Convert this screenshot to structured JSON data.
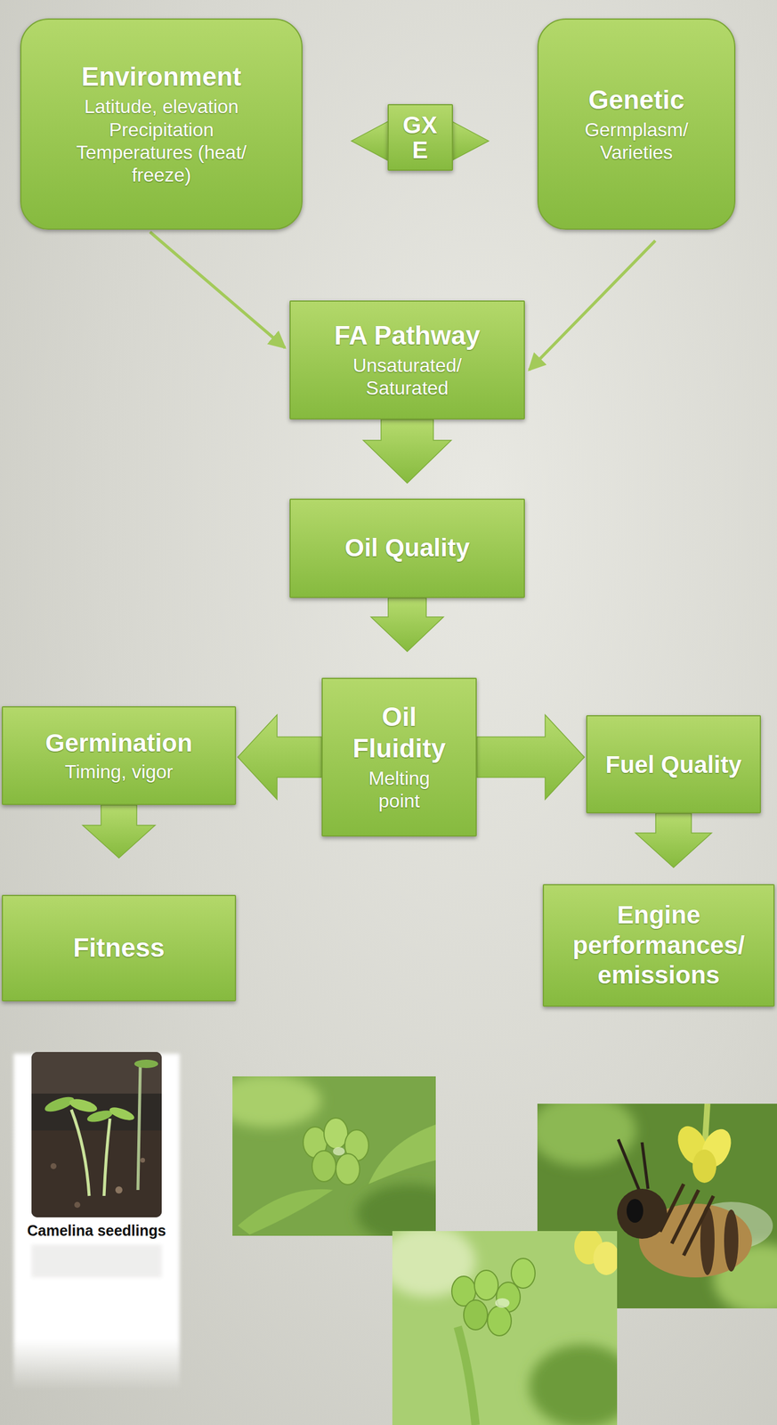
{
  "diagram": {
    "nodes": [
      {
        "text": [
          "Environment",
          "Latitude, elevation Precipitation Temperatures (heat/ freeze)"
        ]
      },
      {
        "text": [
          "Genetic",
          "Germplasm/ Varieties"
        ]
      },
      {
        "text": [
          "FA Pathway",
          "Unsaturated/ Saturated"
        ]
      },
      {
        "text": [
          "Oil Quality"
        ]
      },
      {
        "text": [
          "Germination",
          "Timing, vigor"
        ]
      },
      {
        "text": [
          "Oil Fluidity",
          "Melting point"
        ]
      },
      {
        "text": [
          "Fuel Quality"
        ]
      },
      {
        "text": [
          "Fitness"
        ]
      },
      {
        "text": [
          "Engine performances/ emissions"
        ]
      }
    ],
    "edges": [
      {
        "from": 0,
        "to": 1,
        "label": "GX E",
        "arrow": "both"
      },
      {
        "from": 0,
        "to": 2,
        "arrow": "to"
      },
      {
        "from": 1,
        "to": 2,
        "arrow": "to"
      },
      {
        "from": 2,
        "to": 3,
        "arrow": "to"
      },
      {
        "from": 3,
        "to": 5,
        "arrow": "to"
      },
      {
        "from": 5,
        "to": 4,
        "arrow": "to"
      },
      {
        "from": 5,
        "to": 6,
        "arrow": "to"
      },
      {
        "from": 4,
        "to": 7,
        "arrow": "to"
      },
      {
        "from": 6,
        "to": 8,
        "arrow": "to"
      }
    ],
    "labels": [
      "Camelina seedlings"
    ]
  }
}
